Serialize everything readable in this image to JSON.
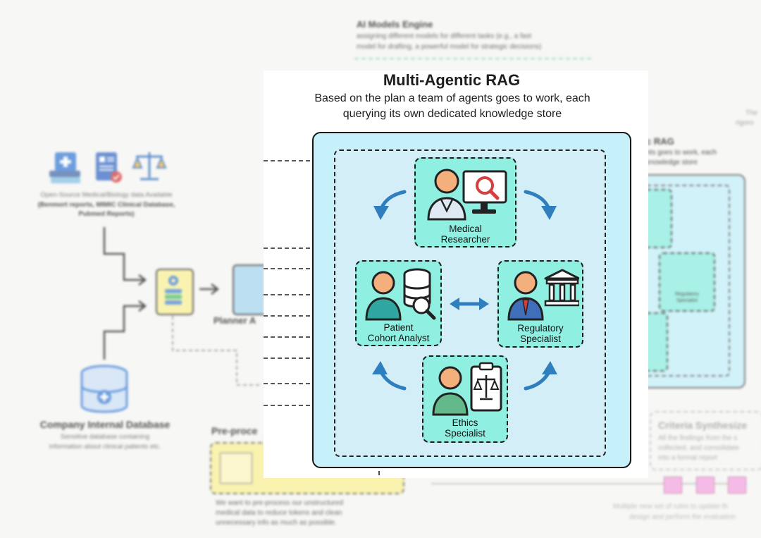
{
  "engine": {
    "title": "AI Models Engine",
    "desc_line1": "assigning different models for different tasks (e.g., a fast",
    "desc_line2": "model for drafting, a powerful model for strategic decisions)"
  },
  "main": {
    "title": "Multi-Agentic RAG",
    "subtitle_line1": "Based on the plan a team of agents goes to work, each",
    "subtitle_line2": "querying its own dedicated knowledge store"
  },
  "agents": {
    "medical_researcher": {
      "line1": "Medical",
      "line2": "Researcher"
    },
    "cohort_analyst": {
      "line1": "Patient",
      "line2": "Cohort Analyst"
    },
    "regulatory": {
      "line1": "Regulatory",
      "line2": "Specialist"
    },
    "ethics": {
      "line1": "Ethics",
      "line2": "Specialist"
    }
  },
  "left": {
    "open_source_line1": "Open-Source Medical/Biology data Available",
    "open_source_line2": "(Benmort reports, MIMIC Clinical Database,",
    "open_source_line3": "Pubmed Reports)",
    "planner_label": "Planner A",
    "company_db_title": "Company Internal Database",
    "company_db_line1": "Sensitive database containing",
    "company_db_line2": "information about clinical patients etc.",
    "preprocess_title": "Pre-proce",
    "preprocess_line1": "We want to pre-process our unstructured",
    "preprocess_line2": "medical data to reduce tokens and clean",
    "preprocess_line3": "unnecessary info as much as possible."
  },
  "right": {
    "rag_title": "c RAG",
    "rag_line1": "nts goes to work, each",
    "rag_line2": "knowledge store",
    "regulatory_small_line1": "Regulatory",
    "regulatory_small_line2": "Specialist",
    "criteria_title": "Criteria Synthesize",
    "criteria_line1": "All the findings from the s",
    "criteria_line2": "collected, and consolidate",
    "criteria_line3": "into a formal report",
    "rules_line1": "Multiple new set of rules to update th",
    "rules_line2": "design and perform the evaluation",
    "edge_line1": "The",
    "edge_line2": "rigoro"
  },
  "colors": {
    "panel": "#c6f1fb",
    "agent_card": "#8ff0e2",
    "arrow_blue": "#2f7fbf",
    "highlight_yellow": "#fbf29a",
    "pink_node": "#f5a8e3"
  }
}
